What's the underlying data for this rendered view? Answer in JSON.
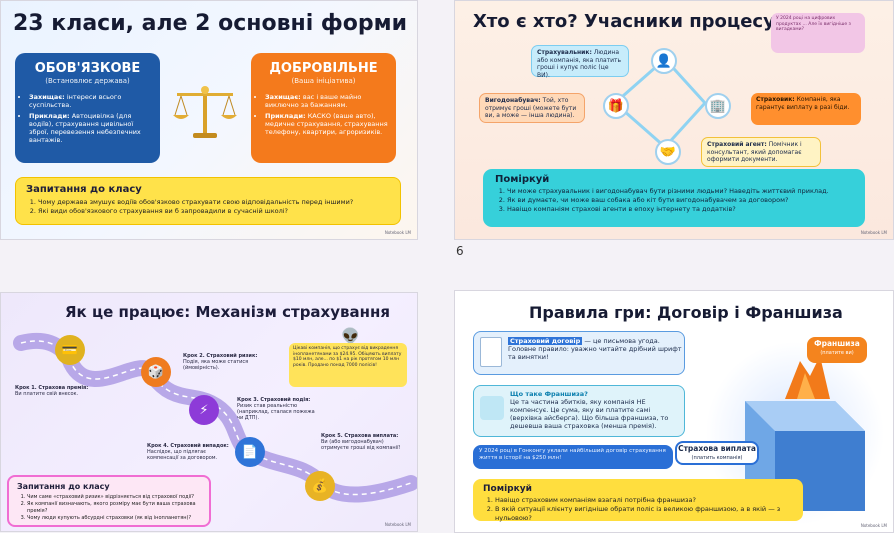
{
  "page_numbers": {
    "right_top": "6"
  },
  "slide1": {
    "title": "23 класи, але 2 основні форми",
    "mandatory": {
      "heading": "ОБОВ'ЯЗКОВЕ",
      "subheading": "(Встановлює держава)",
      "protects_label": "Захищає:",
      "protects_text": "інтереси всього суспільства.",
      "examples_label": "Приклади:",
      "examples_text": "Автоцивілка (для водіїв), страхування цивільної зброї, перевезення небезпечних вантажів."
    },
    "voluntary": {
      "heading": "ДОБРОВІЛЬНЕ",
      "subheading": "(Ваша ініціатива)",
      "protects_label": "Захищає:",
      "protects_text": "вас і ваше майно виключно за бажанням.",
      "examples_label": "Приклади:",
      "examples_text": "КАСКО (ваше авто), медичне страхування, страхування телефону, квартири, агроризиків."
    },
    "questions_title": "Запитання до класу",
    "questions": [
      "Чому держава змушує водіїв обов'язково страхувати свою відповідальність перед іншими?",
      "Які види обов'язкового страхування ви б запровадили в сучасній школі?"
    ],
    "footer": "Notebook LM"
  },
  "slide2": {
    "title": "Хто є хто? Учасники процесу",
    "note": "У 2024 році на цифрових продуктах ... Але їх вигідніше з вигадками?",
    "insurant_label": "Страхувальник:",
    "insurant_text": "Людина або компанія, яка платить гроші і купує поліс (це ВИ).",
    "beneficiary_label": "Вигодонабувач:",
    "beneficiary_text": "Той, хто отримує гроші (можете бути ви, а може — інша людина).",
    "insurer_label": "Страховик:",
    "insurer_text": "Компанія, яка гарантує виплату в разі біди.",
    "agent_label": "Страховий агент:",
    "agent_text": "Помічник і консультант, який допомагає оформити документи.",
    "think_title": "Поміркуй",
    "think_questions": [
      "Чи може страхувальник і вигодонабувач бути різними людьми? Наведіть життєвий приклад.",
      "Як ви думаєте, чи може ваш собака або кіт бути вигодонабувачем за договором?",
      "Навіщо компаніям страхові агенти в епоху інтернету та додатків?"
    ],
    "footer": "Notebook LM"
  },
  "slide3": {
    "title": "Як це працює: Механізм страхування",
    "step1_label": "Крок 1. Страхова премія:",
    "step1_text": "Ви платите свій внесок.",
    "step2_label": "Крок 2. Страховий ризик:",
    "step2_text": "Подія, яка може статися (ймовірність).",
    "step3_label": "Крок 3. Страховий подія:",
    "step3_text": "Ризик став реальністю (наприклад, сталася пожежа чи ДТП).",
    "step4_label": "Крок 4. Страховий випадок:",
    "step4_text": "Наслідок, що підлягає компенсації за договором.",
    "step5_label": "Крок 5. Страхова виплата:",
    "step5_text": "Ви (або вигодонабувач) отримуєте гроші від компанії!",
    "fact": "Цікаві компанія, що страхує від викрадення інопланетянами за $24.95. Обіцяють виплату $10 млн, але... по $1 на рік протягом 10 млн років. Продано понад 7000 полісів!",
    "questions_title": "Запитання до класу",
    "questions": [
      "Чим саме «страховий ризик» відрізняється від страхової події?",
      "Як компанії визначають, якого розміру має бути ваша страхова премія?",
      "Чому люди купують абсурдні страховки (як від інопланетян)?"
    ],
    "footer": "Notebook LM"
  },
  "slide4": {
    "title": "Правила гри: Договір і Франшиза",
    "contract_label": "Страховий договір",
    "contract_text": "— це письмова угода. Головне правило: уважно читайте дрібний шрифт та винятки!",
    "what_label": "Що таке Франшиза?",
    "what_text": "Це та частина збитків, яку компанія НЕ компенсує. Це сума, яку ви платите самі (верхівка айсберга). Що більша франшиза, то дешевша ваша страховка (менша премія).",
    "fact": "У 2024 році в Гонконгу уклали найбільший договір страхування життя в історії на $250 млн!",
    "franchise_label": "Франшиза",
    "franchise_sub": "(платите ви)",
    "payout_label": "Страхова виплата",
    "payout_sub": "(платить компанія)",
    "think_title": "Поміркуй",
    "think_questions": [
      "Навіщо страховим компаніям взагалі потрібна франшиза?",
      "В якій ситуації клієнту вигідніше обрати поліс із великою франшизою, а в якій — з нульовою?"
    ],
    "footer": "Notebook LM"
  }
}
